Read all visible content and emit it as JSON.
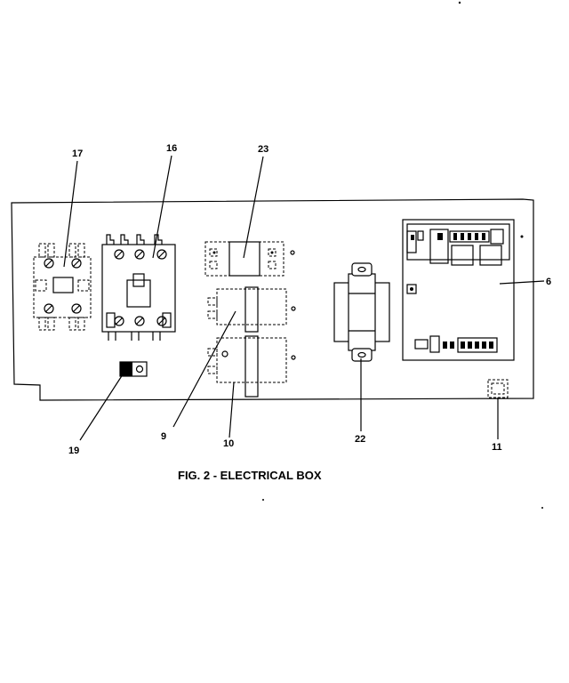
{
  "caption": "FIG. 2 - ELECTRICAL BOX",
  "callouts": {
    "c17": "17",
    "c16": "16",
    "c23": "23",
    "c6": "6",
    "c19": "19",
    "c9": "9",
    "c10": "10",
    "c22": "22",
    "c11": "11"
  }
}
